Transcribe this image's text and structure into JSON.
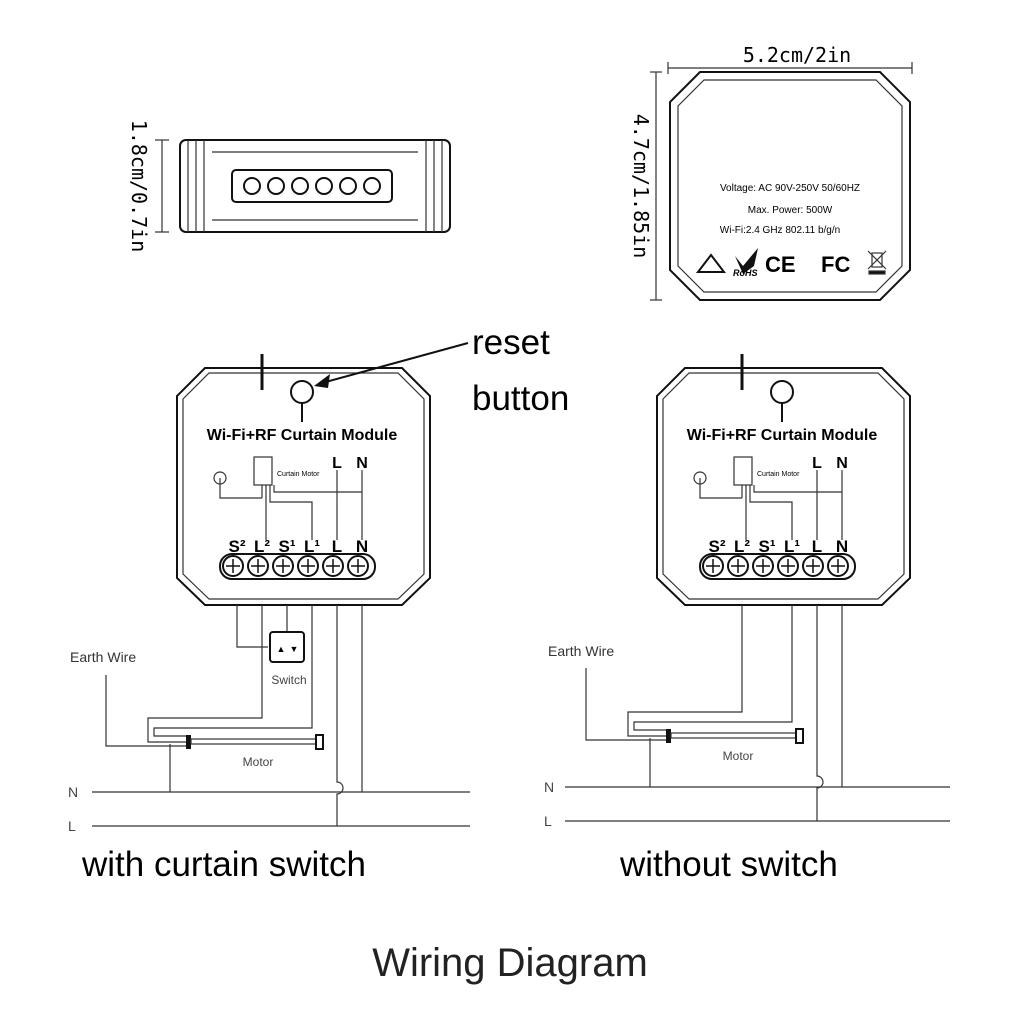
{
  "dimensions": {
    "height": "1.8cm/0.7in",
    "width": "5.2cm/2in",
    "depth": "4.7cm/1.85in"
  },
  "label": {
    "voltage": "Voltage: AC 90V-250V   50/60HZ",
    "power": "Max. Power: 500W",
    "wifi": "Wi-Fi:2.4 GHz    802.11 b/g/n",
    "rohs": "RoHS",
    "ce": "CE",
    "fcc": "FC"
  },
  "module": {
    "title": "Wi-Fi+RF Curtain Module",
    "motor": "Curtain Motor",
    "L": "L",
    "N": "N",
    "terminals": [
      "S²",
      "L²",
      "S¹",
      "L¹",
      "L",
      "N"
    ]
  },
  "reset": {
    "line1": "reset",
    "line2": "button"
  },
  "left": {
    "earth": "Earth Wire",
    "switch": "Switch",
    "motor": "Motor",
    "N": "N",
    "L": "L",
    "caption": "with curtain switch"
  },
  "right": {
    "earth": "Earth Wire",
    "motor": "Motor",
    "N": "N",
    "L": "L",
    "caption": "without switch"
  },
  "title": "Wiring Diagram"
}
